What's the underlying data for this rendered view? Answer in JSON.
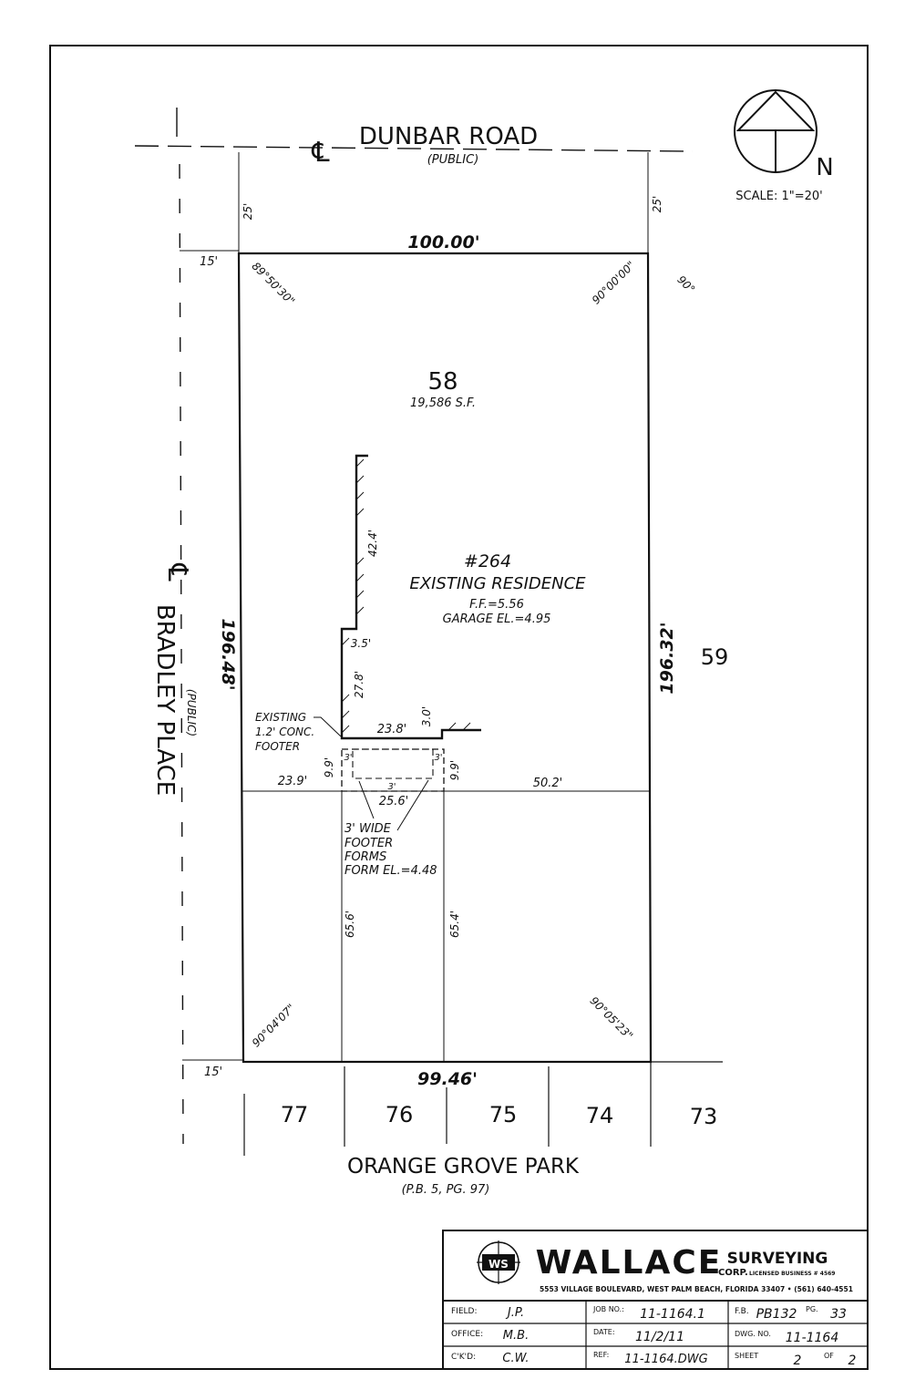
{
  "roads": {
    "north": {
      "name": "DUNBAR ROAD",
      "sub": "(PUBLIC)"
    },
    "west": {
      "name": "BRADLEY PLACE",
      "sub": "(PUBLIC)"
    },
    "centerline_symbol": "℄"
  },
  "north_arrow": {
    "letter": "N"
  },
  "scale": "SCALE: 1\"=20'",
  "lot": {
    "number": "58",
    "area": "19,586 S.F.",
    "north_width": "100.00'",
    "south_width": "99.46'",
    "west_depth": "196.48'",
    "east_depth": "196.32'",
    "angle_nw": "89°50'30\"",
    "angle_ne": "90°00'00\"",
    "angle_sw": "90°04'07\"",
    "angle_se": "90°05'23\"",
    "angle_ne_outside": "90°",
    "setback_north_left": "25'",
    "setback_north_right": "25'",
    "setback_west_top": "15'",
    "setback_west_bottom": "15'"
  },
  "adjacent_east": "59",
  "residence": {
    "number": "#264",
    "label": "EXISTING RESIDENCE",
    "ff": "F.F.=5.56",
    "garage": "GARAGE EL.=4.95",
    "dims": {
      "wall_upper": "42.4'",
      "jog": "3.5'",
      "wall_lower": "27.8'",
      "rear_width": "23.8'",
      "rear_jog": "3.0'"
    }
  },
  "footer_note": [
    "EXISTING",
    "1.2' CONC.",
    "FOOTER"
  ],
  "forms_note": [
    "3' WIDE",
    "FOOTER",
    "FORMS",
    "FORM EL.=4.48"
  ],
  "forms_dims": {
    "left_offset": "23.9'",
    "right_offset": "50.2'",
    "width": "25.6'",
    "depth_left": "9.9'",
    "depth_right": "9.9'",
    "three_left": "3'",
    "three_right": "3'",
    "three_bottom": "3'",
    "south_left": "65.6'",
    "south_right": "65.4'"
  },
  "south_lots": [
    "77",
    "76",
    "75",
    "74",
    "73"
  ],
  "subdivision": {
    "name": "ORANGE GROVE PARK",
    "ref": "(P.B. 5, PG. 97)"
  },
  "title_block": {
    "logo": "WS",
    "company": "WALLACE",
    "company2": "SURVEYING",
    "corp": "CORP.",
    "license": "LICENSED BUSINESS # 4569",
    "address": "5553 VILLAGE BOULEVARD, WEST PALM BEACH, FLORIDA 33407 • (561) 640-4551",
    "field_label": "FIELD:",
    "field": "J.P.",
    "office_label": "OFFICE:",
    "office": "M.B.",
    "ckd_label": "C'K'D:",
    "ckd": "C.W.",
    "job_label": "JOB NO.:",
    "job": "11-1164.1",
    "date_label": "DATE:",
    "date": "11/2/11",
    "ref_label": "REF:",
    "ref": "11-1164.DWG",
    "fb_label": "F.B.",
    "fb": "PB132",
    "pg_label": "PG.",
    "pg": "33",
    "dwg_label": "DWG. NO.",
    "dwg": "11-1164",
    "sheet_label": "SHEET",
    "sheet": "2",
    "of_label": "OF",
    "of": "2"
  }
}
